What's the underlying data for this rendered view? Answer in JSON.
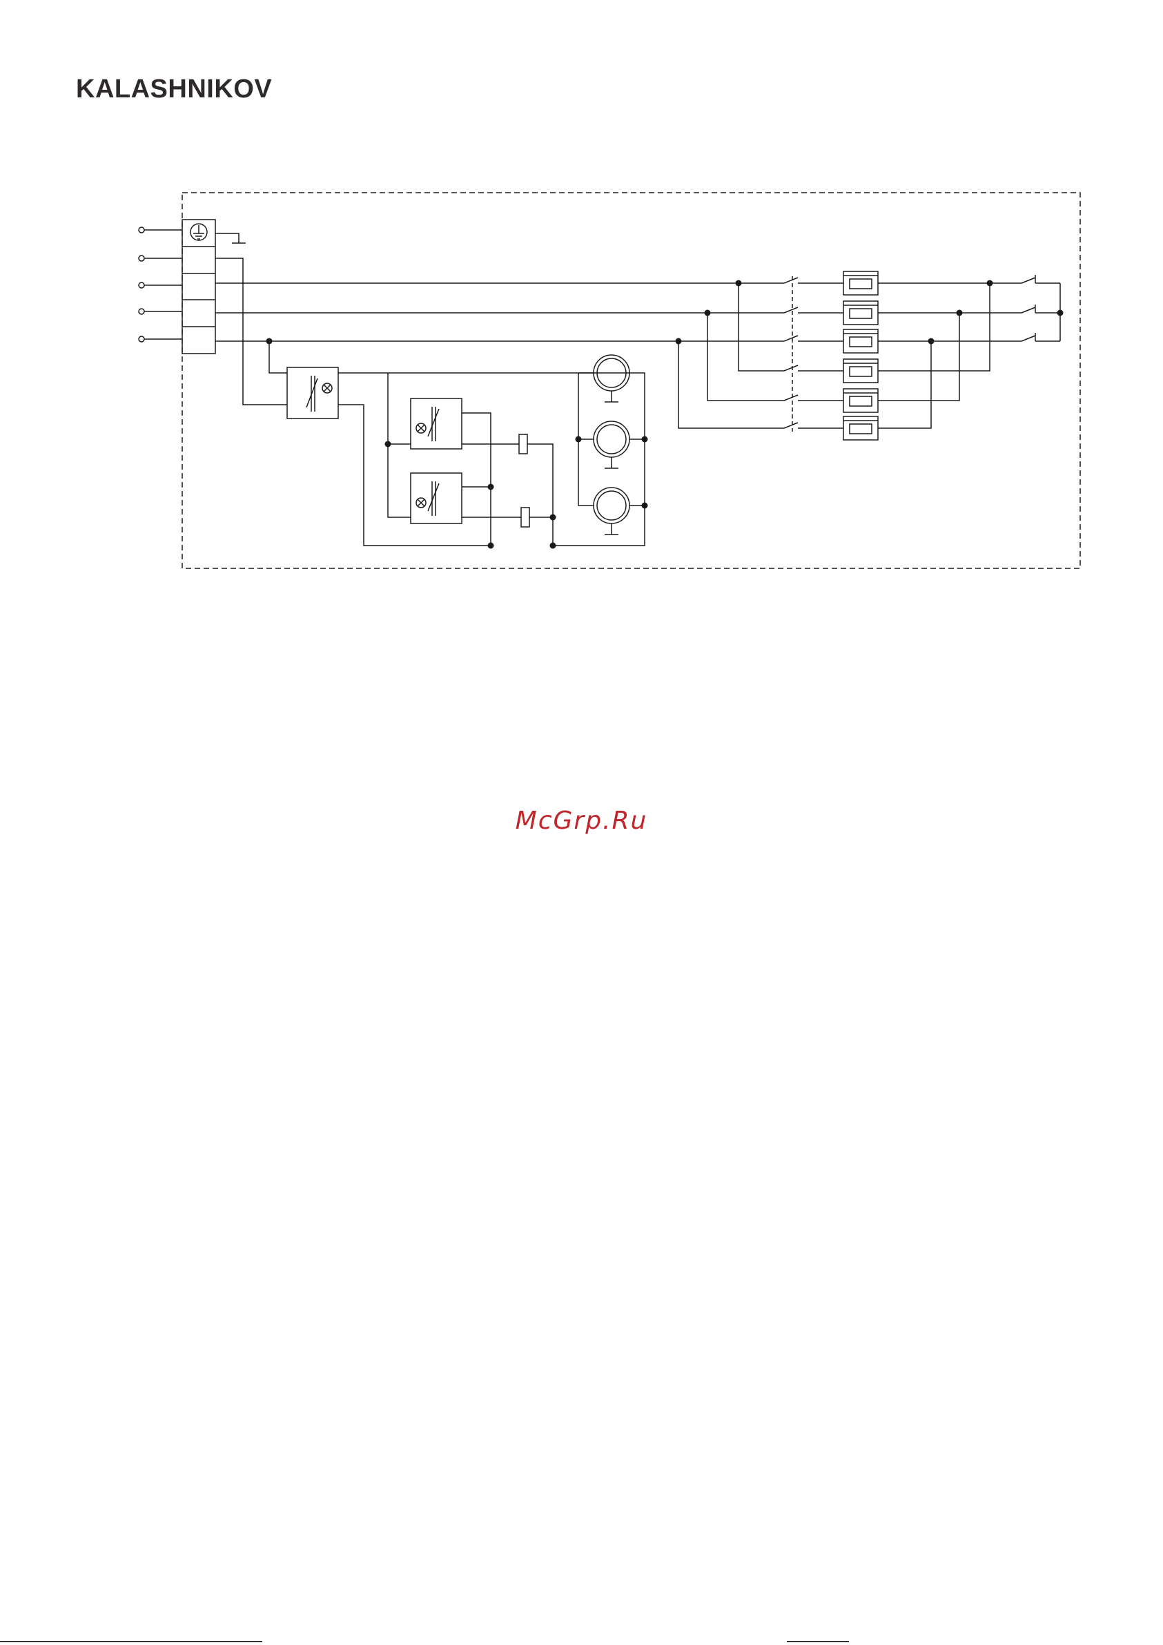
{
  "header": {
    "brand": "KALASHNIKOV"
  },
  "watermark": {
    "text": "McGrp.Ru"
  },
  "colors": {
    "ink": "#1a1a1a",
    "brand": "#2e2a2b",
    "watermark": "#c0272d"
  },
  "diagram": {
    "terminal_count": 5,
    "heater_count": 6,
    "motor_count": 3,
    "controller_count": 2,
    "icons": [
      "ground-icon",
      "lamp-icon",
      "switch-icon",
      "motor-icon",
      "heating-element-icon",
      "relay-coil-icon"
    ]
  }
}
